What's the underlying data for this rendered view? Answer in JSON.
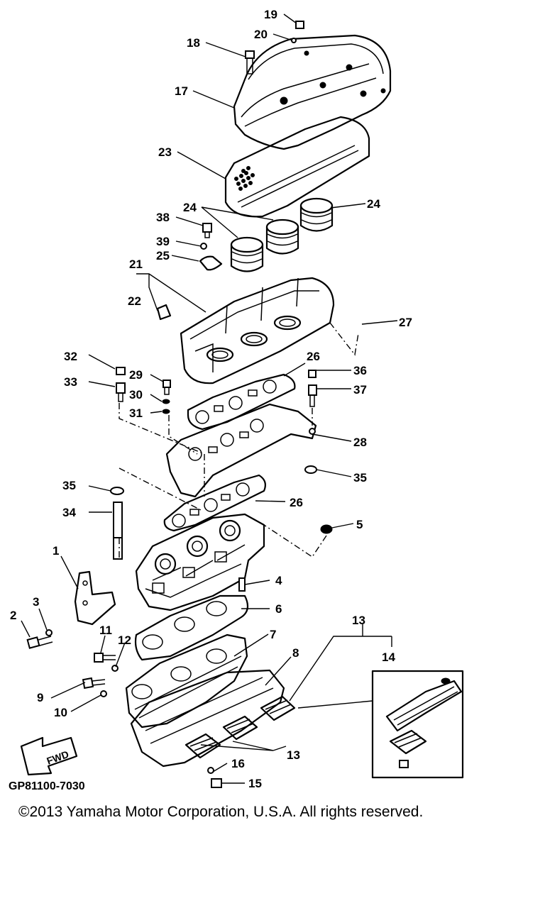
{
  "diagram": {
    "callouts": [
      "1",
      "2",
      "3",
      "4",
      "5",
      "6",
      "7",
      "8",
      "9",
      "10",
      "11",
      "12",
      "13",
      "13",
      "14",
      "15",
      "16",
      "17",
      "18",
      "19",
      "20",
      "21",
      "22",
      "23",
      "24",
      "24",
      "25",
      "26",
      "26",
      "27",
      "28",
      "29",
      "30",
      "31",
      "32",
      "33",
      "34",
      "35",
      "35",
      "36",
      "37",
      "38",
      "39"
    ],
    "fwd_label": "FWD",
    "code": "GP81100-7030"
  },
  "footer": {
    "copyright": "©2013 Yamaha Motor Corporation, U.S.A. All rights reserved."
  }
}
